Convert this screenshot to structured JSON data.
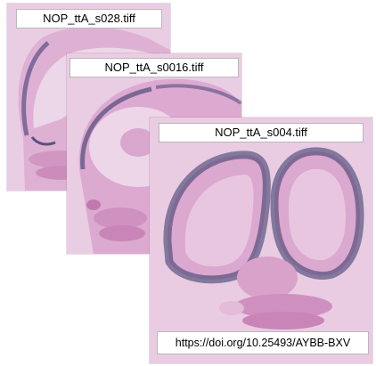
{
  "slides": [
    {
      "filename": "NOP_ttA_s028.tiff"
    },
    {
      "filename": "NOP_ttA_s0016.tiff"
    },
    {
      "filename": "NOP_ttA_s004.tiff"
    }
  ],
  "doi": "https://doi.org/10.25493/AYBB-BXV",
  "colors": {
    "tissue_background": "#e6c6de",
    "tissue_pink": "#d9a5cc",
    "tissue_dark_pink": "#c984b8",
    "stain_dark": "#3a3a6a",
    "label_border": "#b9b9b9"
  }
}
